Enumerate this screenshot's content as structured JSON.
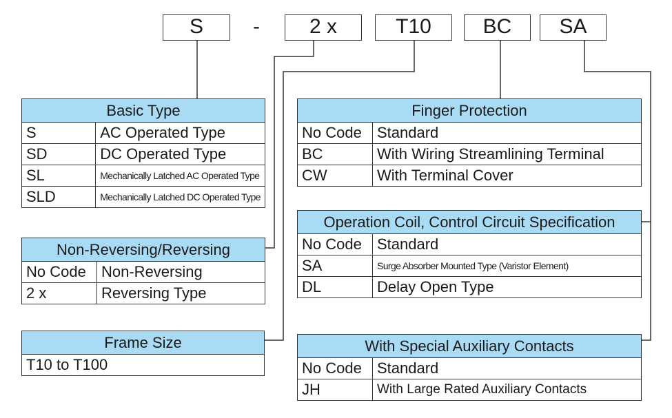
{
  "code": {
    "parts": [
      "S",
      "-",
      "2 x",
      "T10",
      "BC",
      "SA"
    ]
  },
  "basic_type": {
    "title": "Basic Type",
    "rows": [
      {
        "code": "S",
        "desc": "AC Operated Type"
      },
      {
        "code": "SD",
        "desc": "DC Operated Type"
      },
      {
        "code": "SL",
        "desc": "Mechanically Latched AC Operated Type"
      },
      {
        "code": "SLD",
        "desc": "Mechanically Latched DC Operated Type"
      }
    ]
  },
  "reversing": {
    "title": "Non-Reversing/Reversing",
    "rows": [
      {
        "code": "No Code",
        "desc": "Non-Reversing"
      },
      {
        "code": "2 x",
        "desc": "Reversing Type"
      }
    ]
  },
  "frame_size": {
    "title": "Frame Size",
    "value": "T10 to T100"
  },
  "finger_protection": {
    "title": "Finger Protection",
    "rows": [
      {
        "code": "No Code",
        "desc": "Standard"
      },
      {
        "code": "BC",
        "desc": "With Wiring Streamlining Terminal"
      },
      {
        "code": "CW",
        "desc": "With Terminal Cover"
      }
    ]
  },
  "coil_spec": {
    "title": "Operation Coil, Control Circuit Specification",
    "rows": [
      {
        "code": "No Code",
        "desc": "Standard"
      },
      {
        "code": "SA",
        "desc": "Surge Absorber Mounted Type (Varistor Element)"
      },
      {
        "code": "DL",
        "desc": "Delay Open Type"
      }
    ]
  },
  "aux_contacts": {
    "title": "With Special Auxiliary Contacts",
    "rows": [
      {
        "code": "No Code",
        "desc": "Standard"
      },
      {
        "code": "JH",
        "desc": "With Large Rated Auxiliary Contacts"
      }
    ]
  },
  "colors": {
    "header": "#a9dcf4",
    "border": "#333333"
  }
}
